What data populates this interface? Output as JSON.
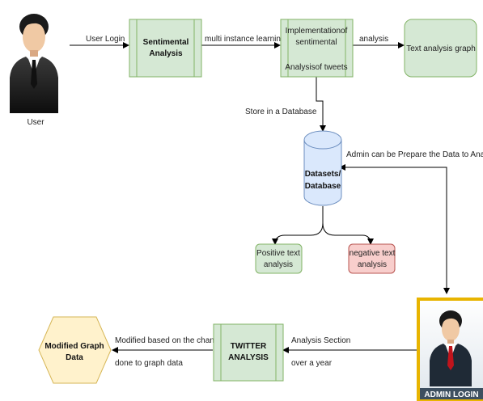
{
  "colors": {
    "process_fill": "#d5e8d4",
    "process_stroke": "#82b366",
    "negative_fill": "#f8cecc",
    "negative_stroke": "#b85450",
    "database_fill": "#dae8fc",
    "database_stroke": "#6c8ebf",
    "hexagon_fill": "#fff2cc",
    "hexagon_stroke": "#d6b656",
    "admin_frame": "#e8b400",
    "admin_label_bg": "#3d4f60",
    "arrow": "#000000"
  },
  "actors": {
    "user": {
      "label": "User",
      "icon": "businessman-icon"
    },
    "admin": {
      "label": "ADMIN LOGIN",
      "icon": "businessman-icon"
    }
  },
  "nodes": {
    "sentimental": {
      "line1": "Sentimental",
      "line2": "Analysis"
    },
    "implementation": {
      "line1": "Implementationof",
      "line2": "sentimental",
      "line3": "Analysisof tweets"
    },
    "text_graph": {
      "label": "Text analysis graph"
    },
    "database": {
      "line1": "Datasets/",
      "line2": "Database"
    },
    "positive": {
      "line1": "Positive text",
      "line2": "analysis"
    },
    "negative": {
      "line1": "negative text",
      "line2": "analysis"
    },
    "twitter": {
      "line1": "TWITTER",
      "line2": "ANALYSIS"
    },
    "modified": {
      "line1": "Modified Graph",
      "line2": "Data"
    }
  },
  "edges": {
    "user_login": "User Login",
    "multi_instance": "multi instance learning",
    "analysis": "analysis",
    "store_db": "Store in a Database",
    "admin_prepare": "Admin can be Prepare the Data to Analysis",
    "analysis_section": "Analysis Section",
    "over_year": "over a year",
    "modified_based": "Modified based on the changes",
    "done_graph": "done to graph data"
  }
}
